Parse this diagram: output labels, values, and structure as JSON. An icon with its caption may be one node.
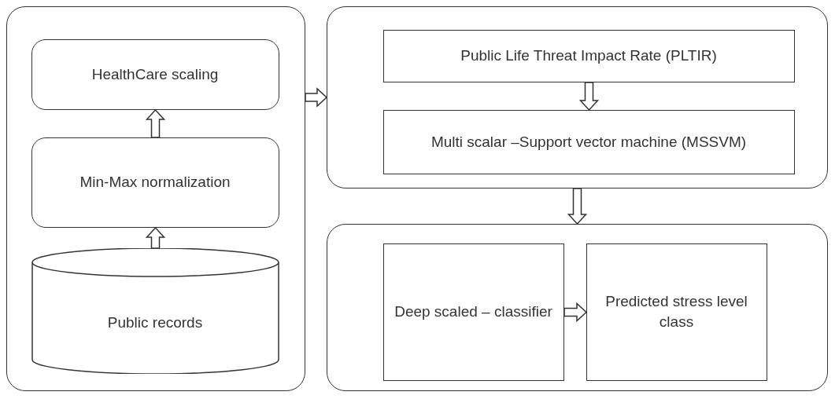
{
  "diagram": {
    "nodes": [
      {
        "text": [],
        "shape": "box"
      },
      {
        "text": [
          "HealthCare scaling"
        ],
        "in": 0
      },
      {
        "text": [
          "Min-Max normalization"
        ],
        "in": 0
      },
      {
        "text": [
          "Public records"
        ],
        "in": 0
      },
      {
        "text": [],
        "shape": "box"
      },
      {
        "text": [
          "Public Life Threat Impact Rate (PLTIR)"
        ],
        "in": 4
      },
      {
        "text": [
          "Multi scalar –Support vector machine (MSSVM)"
        ],
        "in": 4
      },
      {
        "text": [],
        "shape": "box"
      },
      {
        "text": [
          "Deep scaled – classifier"
        ],
        "in": 7
      },
      {
        "text": [
          "Predicted stress level class"
        ],
        "in": 7
      }
    ],
    "edges": [
      {
        "from": 3,
        "to": 2,
        "arrow": "to"
      },
      {
        "from": 2,
        "to": 1,
        "arrow": "to"
      },
      {
        "from": 0,
        "to": 4,
        "arrow": "to"
      },
      {
        "from": 5,
        "to": 6,
        "arrow": "to"
      },
      {
        "from": 4,
        "to": 7,
        "arrow": "to"
      },
      {
        "from": 8,
        "to": 9,
        "arrow": "to"
      }
    ]
  }
}
